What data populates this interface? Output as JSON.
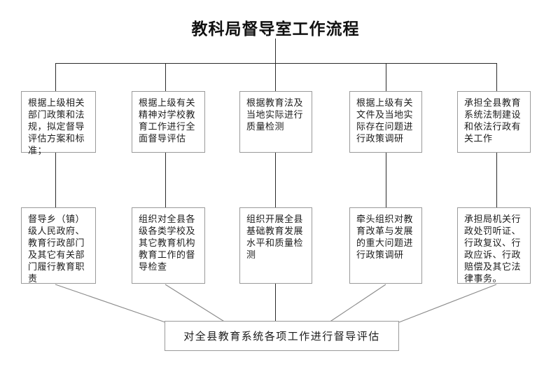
{
  "title": "教科局督导室工作流程",
  "diagram": {
    "type": "flowchart",
    "row1": [
      {
        "id": "r1c1",
        "label": "根据上级相关部门政策和法规，拟定督导评估方案和标准；"
      },
      {
        "id": "r1c2",
        "label": "根据上级有关精神对学校教育工作进行全面督导评估"
      },
      {
        "id": "r1c3",
        "label": "根据教育法及当地实际进行质量检测"
      },
      {
        "id": "r1c4",
        "label": "根据上级有关文件及当地实际存在问题进行政策调研"
      },
      {
        "id": "r1c5",
        "label": "承担全县教育系统法制建设和依法行政有关工作"
      }
    ],
    "row2": [
      {
        "id": "r2c1",
        "label": "督导乡（镇）级人民政府、教育行政部门及其它有关部门履行教育职责"
      },
      {
        "id": "r2c2",
        "label": "组织对全县各级各类学校及其它教育机构教育工作的督导检查"
      },
      {
        "id": "r2c3",
        "label": "组织开展全县基础教育发展水平和质量检测"
      },
      {
        "id": "r2c4",
        "label": "牵头组织对教育改革与发展的重大问题进行政策调研"
      },
      {
        "id": "r2c5",
        "label": "承担局机关行政处罚听证、行政复议、行政应诉、行政赔偿及其它法律事务。"
      }
    ],
    "summary": {
      "id": "summary",
      "label": "对全县教育系统各项工作进行督导评估"
    }
  },
  "colors": {
    "box_border": "#9a9a9a",
    "connector": "#2b2b2b",
    "diagonal": "#8a8a8a",
    "text": "#1c1c1c",
    "background": "#ffffff"
  }
}
